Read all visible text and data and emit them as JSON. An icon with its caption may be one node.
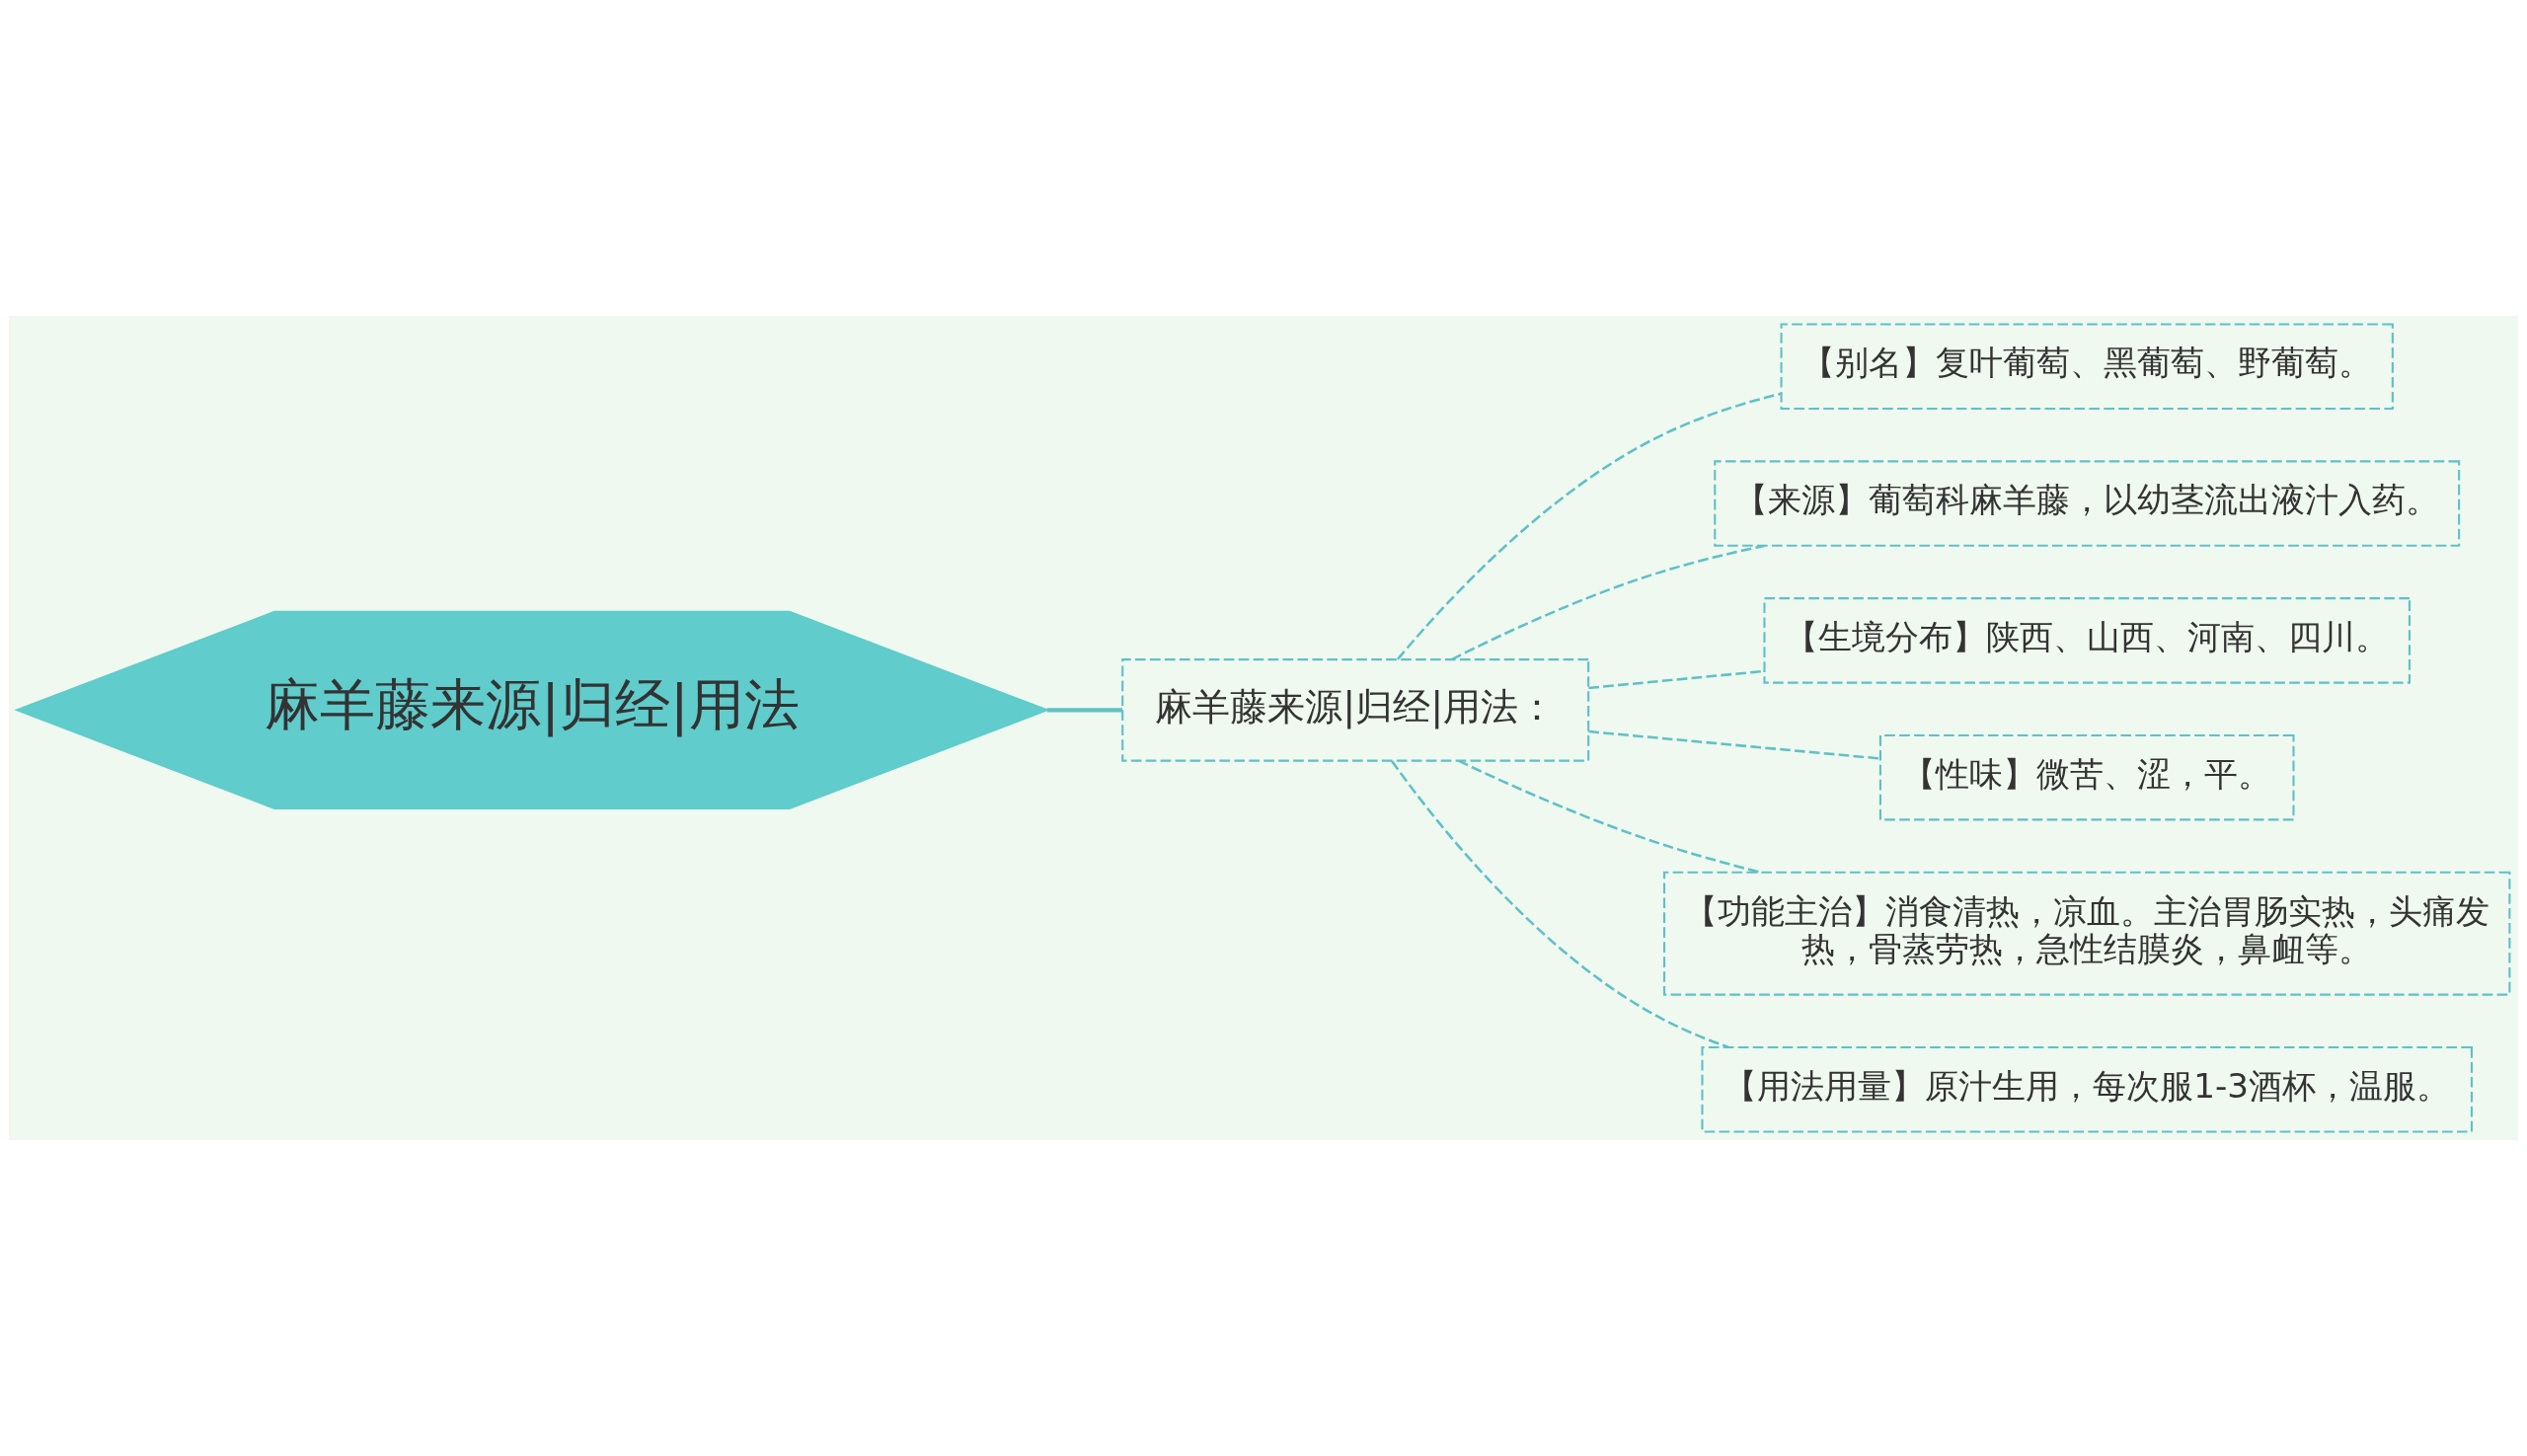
{
  "diagram": {
    "nodes": [
      {
        "text": [
          "麻羊藤来源|归经|用法"
        ]
      },
      {
        "text": [
          "麻羊藤来源|归经|用法："
        ]
      },
      {
        "text": [
          "【别名】复叶葡萄、黑葡萄、野葡萄。"
        ]
      },
      {
        "text": [
          "【来源】葡萄科麻羊藤，以幼茎流出液汁入药。"
        ]
      },
      {
        "text": [
          "【生境分布】陕西、山西、河南、四川。"
        ]
      },
      {
        "text": [
          "【性味】微苦、涩，平。"
        ]
      },
      {
        "text": [
          "【功能主治】消食清热，凉血。主治胃肠实热，头痛发热，骨蒸劳热，急性结膜炎，鼻衄等。"
        ]
      },
      {
        "text": [
          "【用法用量】原汁生用，每次服1-3酒杯，温服。"
        ]
      }
    ],
    "edges": [
      {
        "from": 0,
        "to": 1,
        "arrow": "none"
      },
      {
        "from": 1,
        "to": 2,
        "arrow": "none",
        "style": "dashed"
      },
      {
        "from": 1,
        "to": 3,
        "arrow": "none",
        "style": "dashed"
      },
      {
        "from": 1,
        "to": 4,
        "arrow": "none",
        "style": "dashed"
      },
      {
        "from": 1,
        "to": 5,
        "arrow": "none",
        "style": "dashed"
      },
      {
        "from": 1,
        "to": 6,
        "arrow": "none",
        "style": "dashed"
      },
      {
        "from": 1,
        "to": 7,
        "arrow": "none",
        "style": "dashed"
      }
    ]
  }
}
